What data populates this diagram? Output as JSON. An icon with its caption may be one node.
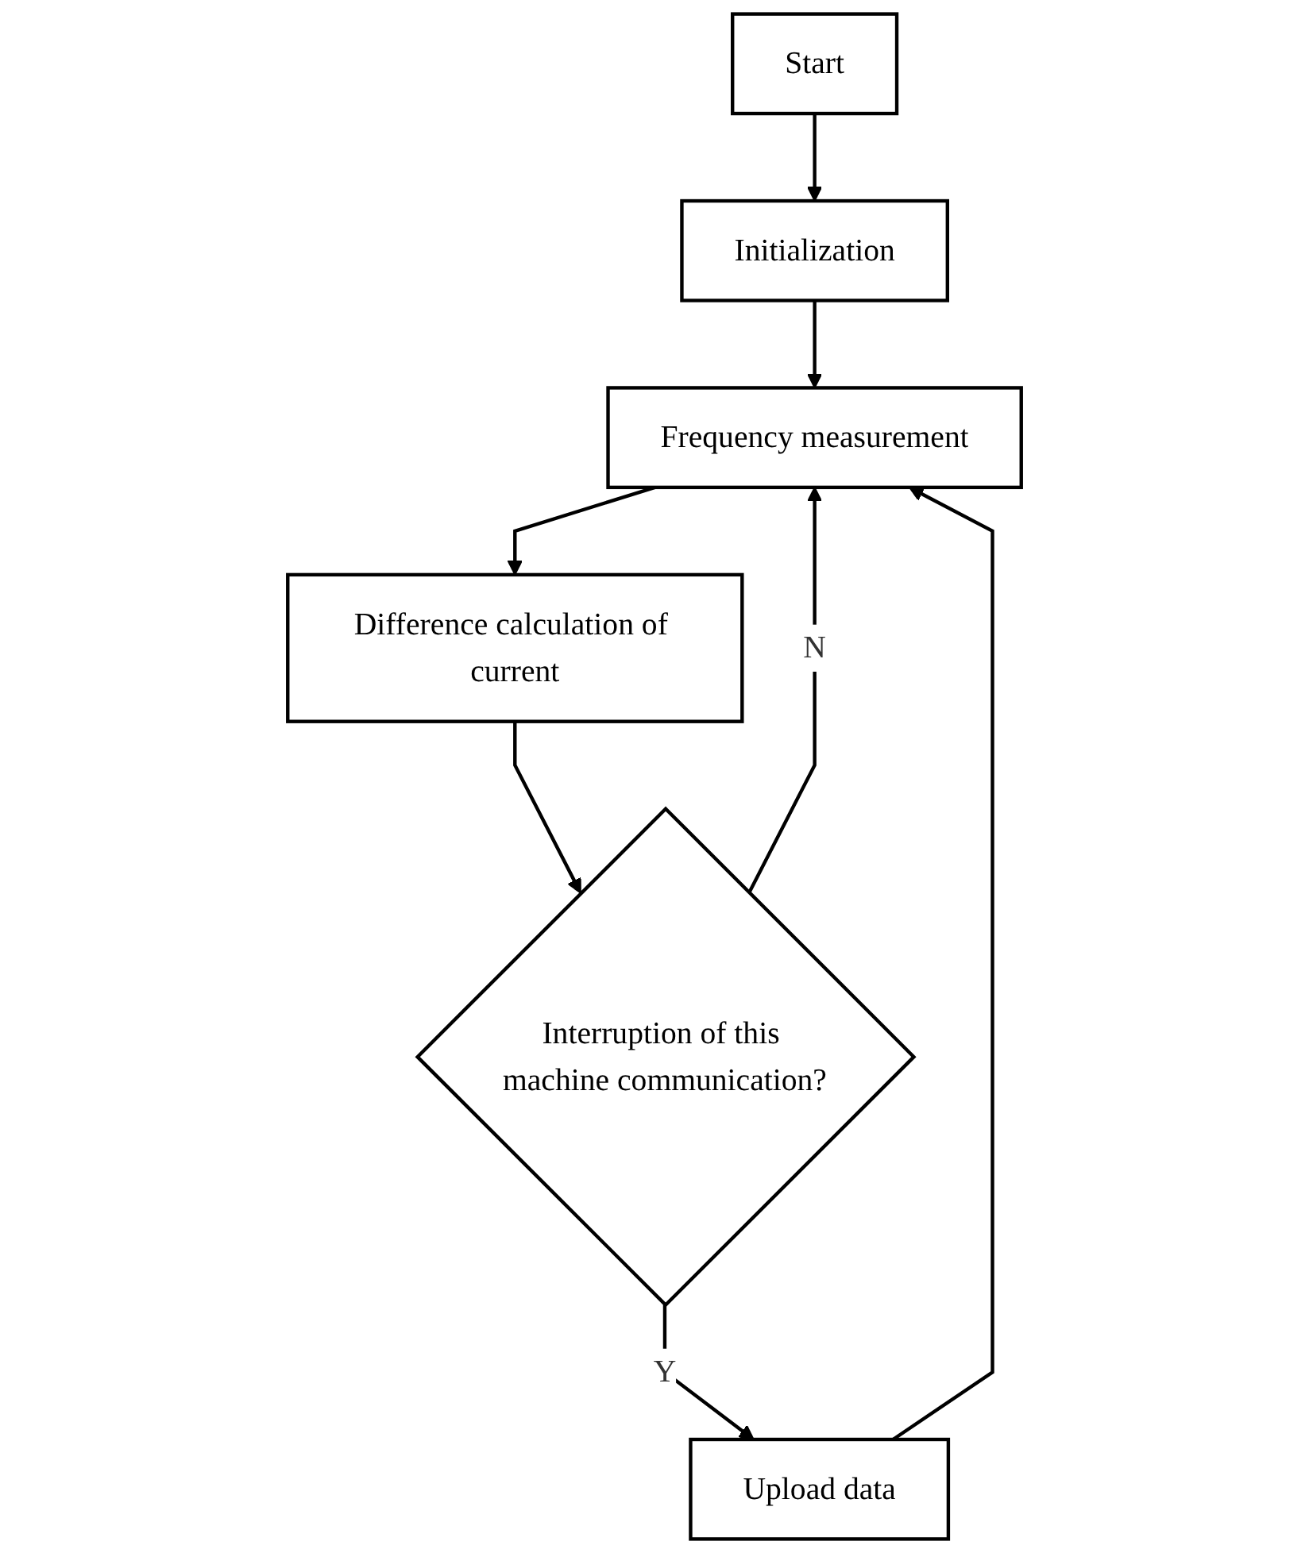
{
  "diagram": {
    "nodes": [
      {
        "text": [
          "Start"
        ]
      },
      {
        "text": [
          "Initialization"
        ]
      },
      {
        "text": [
          "Frequency measurement"
        ]
      },
      {
        "text": [
          "Difference calculation of current"
        ]
      },
      {
        "text": [
          "Interruption of this machine communication?"
        ]
      },
      {
        "text": [
          "Upload data"
        ]
      }
    ],
    "edges": [
      {
        "from": 0,
        "to": 1,
        "arrow": "to"
      },
      {
        "from": 1,
        "to": 2,
        "arrow": "to"
      },
      {
        "from": 2,
        "to": 3,
        "arrow": "to"
      },
      {
        "from": 3,
        "to": 4,
        "arrow": "to"
      },
      {
        "from": 4,
        "to": 5,
        "arrow": "to",
        "label": "Y"
      },
      {
        "from": 4,
        "to": 2,
        "arrow": "to",
        "label": "N"
      },
      {
        "from": 5,
        "to": 2,
        "arrow": "to"
      }
    ]
  }
}
